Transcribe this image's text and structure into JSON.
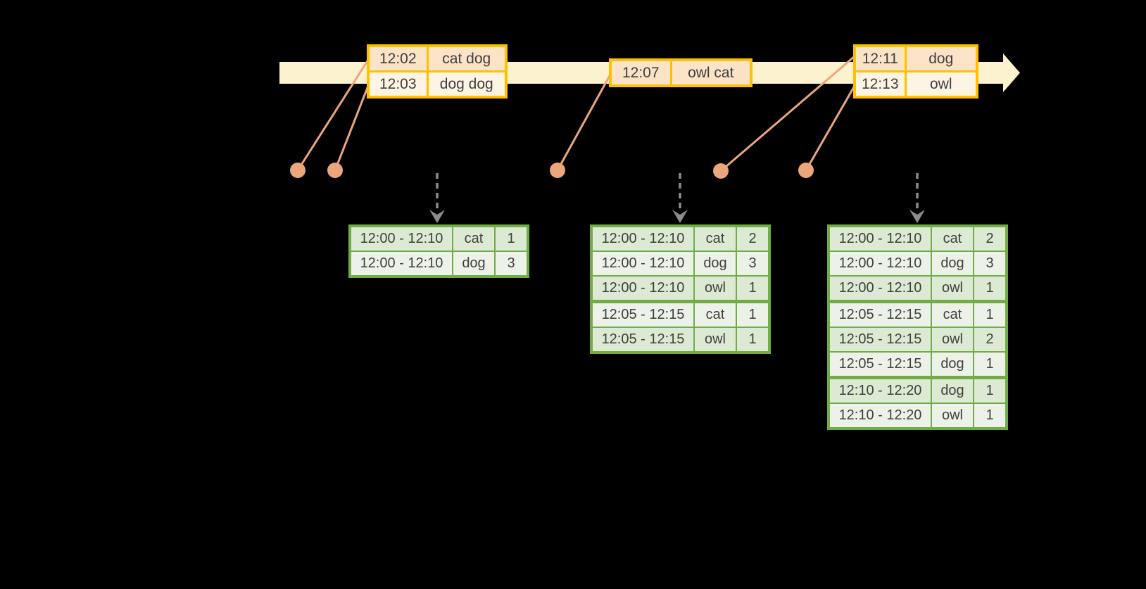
{
  "diagram_title": "stream-windowing-word-count-diagram",
  "colors": {
    "timeline_fill": "#fcf2d0",
    "event_table_border": "#ffc000",
    "event_row_dark": "#fae3c6",
    "event_row_light": "#fdf4e3",
    "result_table_border": "#70ad47",
    "result_row_dark": "#dce9d3",
    "result_row_light": "#edf2e9",
    "event_dot": "#eca67c",
    "emit_arrow": "#8c8c8c",
    "text": "#3f3f3f"
  },
  "timeline": {
    "event_tables": [
      {
        "rows": [
          [
            "12:02",
            "cat dog"
          ],
          [
            "12:03",
            "dog dog"
          ]
        ]
      },
      {
        "rows": [
          [
            "12:07",
            "owl cat"
          ]
        ]
      },
      {
        "rows": [
          [
            "12:11",
            "dog"
          ],
          [
            "12:13",
            "owl"
          ]
        ]
      }
    ]
  },
  "result_tables": [
    {
      "rows": [
        [
          "12:00 - 12:10",
          "cat",
          "1"
        ],
        [
          "12:00 - 12:10",
          "dog",
          "3"
        ]
      ],
      "group_starts": []
    },
    {
      "rows": [
        [
          "12:00 - 12:10",
          "cat",
          "2"
        ],
        [
          "12:00 - 12:10",
          "dog",
          "3"
        ],
        [
          "12:00 - 12:10",
          "owl",
          "1"
        ],
        [
          "12:05 - 12:15",
          "cat",
          "1"
        ],
        [
          "12:05 - 12:15",
          "owl",
          "1"
        ]
      ],
      "group_starts": [
        3
      ]
    },
    {
      "rows": [
        [
          "12:00 - 12:10",
          "cat",
          "2"
        ],
        [
          "12:00 - 12:10",
          "dog",
          "3"
        ],
        [
          "12:00 - 12:10",
          "owl",
          "1"
        ],
        [
          "12:05 - 12:15",
          "cat",
          "1"
        ],
        [
          "12:05 - 12:15",
          "owl",
          "2"
        ],
        [
          "12:05 - 12:15",
          "dog",
          "1"
        ],
        [
          "12:10 - 12:20",
          "dog",
          "1"
        ],
        [
          "12:10 - 12:20",
          "owl",
          "1"
        ]
      ],
      "group_starts": [
        3,
        6
      ]
    }
  ]
}
